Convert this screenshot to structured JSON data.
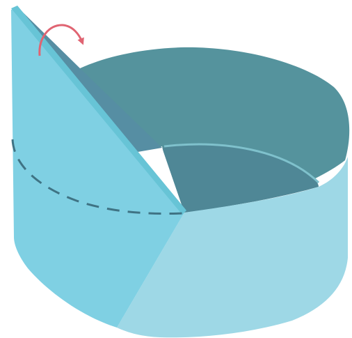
{
  "diagram": {
    "subject": "paper-band-with-folded-flap",
    "colors": {
      "background": "#ffffff",
      "inner_wall": "#55939d",
      "inner_wall_dark": "#4f8796",
      "outer_front": "#9ed8e6",
      "front_flap": "#7fd0e3",
      "flap_edge": "#67c4d6",
      "flap_shadow": "#568ea3",
      "seam_highlight": "#7fc1cc",
      "opening": "#ffffff",
      "fold_guide": "#3f7384",
      "arrow": "#e06472"
    },
    "fold_line_style": "dashed",
    "arrow_direction": "curved-right"
  }
}
